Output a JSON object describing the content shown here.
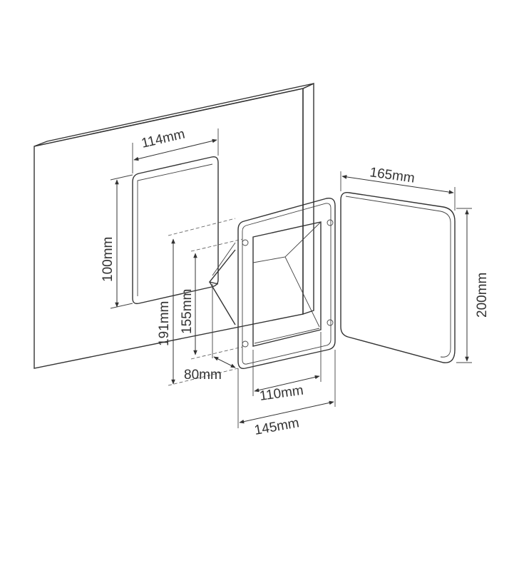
{
  "labels": {
    "wall_cutout_width": "114mm",
    "wall_cutout_height": "100mm",
    "funnel_outer_height": "191mm",
    "funnel_inner_height": "155mm",
    "depth": "80mm",
    "opening_width": "110mm",
    "frame_width": "145mm",
    "door_width": "165mm",
    "door_height": "200mm"
  }
}
